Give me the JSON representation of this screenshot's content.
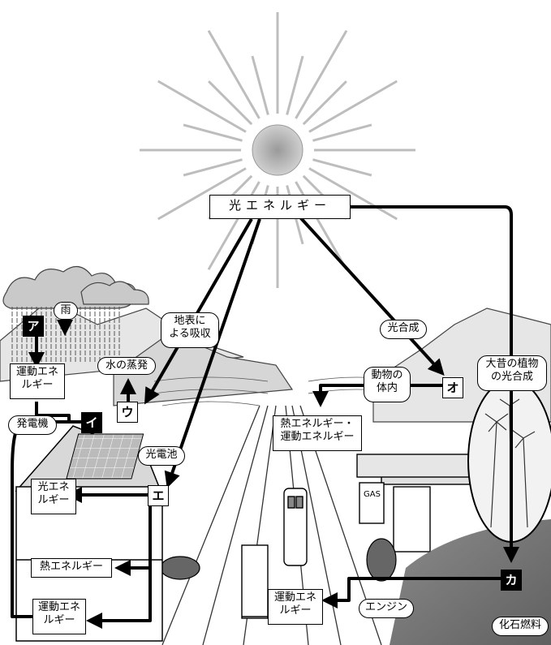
{
  "light_energy": "光エネルギー",
  "labels": {
    "rain": "雨",
    "evaporation": "水の蒸発",
    "ground_absorb": "地表に\nよる吸収",
    "photosynthesis": "光合成",
    "ancient_plants": "大昔の植物\nの光合成",
    "animal_body": "動物の\n体内",
    "heat_kinetic": "熱エネルギー・\n運動エネルギー",
    "kinetic1": "運動エネ\nルギー",
    "generator": "発電機",
    "solar_cell": "光電池",
    "light_energy_small": "光エネ\nルギー",
    "heat_energy": "熱エネルギー",
    "kinetic2": "運動エネ\nルギー",
    "kinetic3": "運動エネ\nルギー",
    "engine": "エンジン",
    "fossil_fuel": "化石燃料",
    "gas": "GAS"
  },
  "markers": {
    "a": "ア",
    "i": "イ",
    "u": "ウ",
    "e": "エ",
    "o": "オ",
    "ka": "カ"
  }
}
